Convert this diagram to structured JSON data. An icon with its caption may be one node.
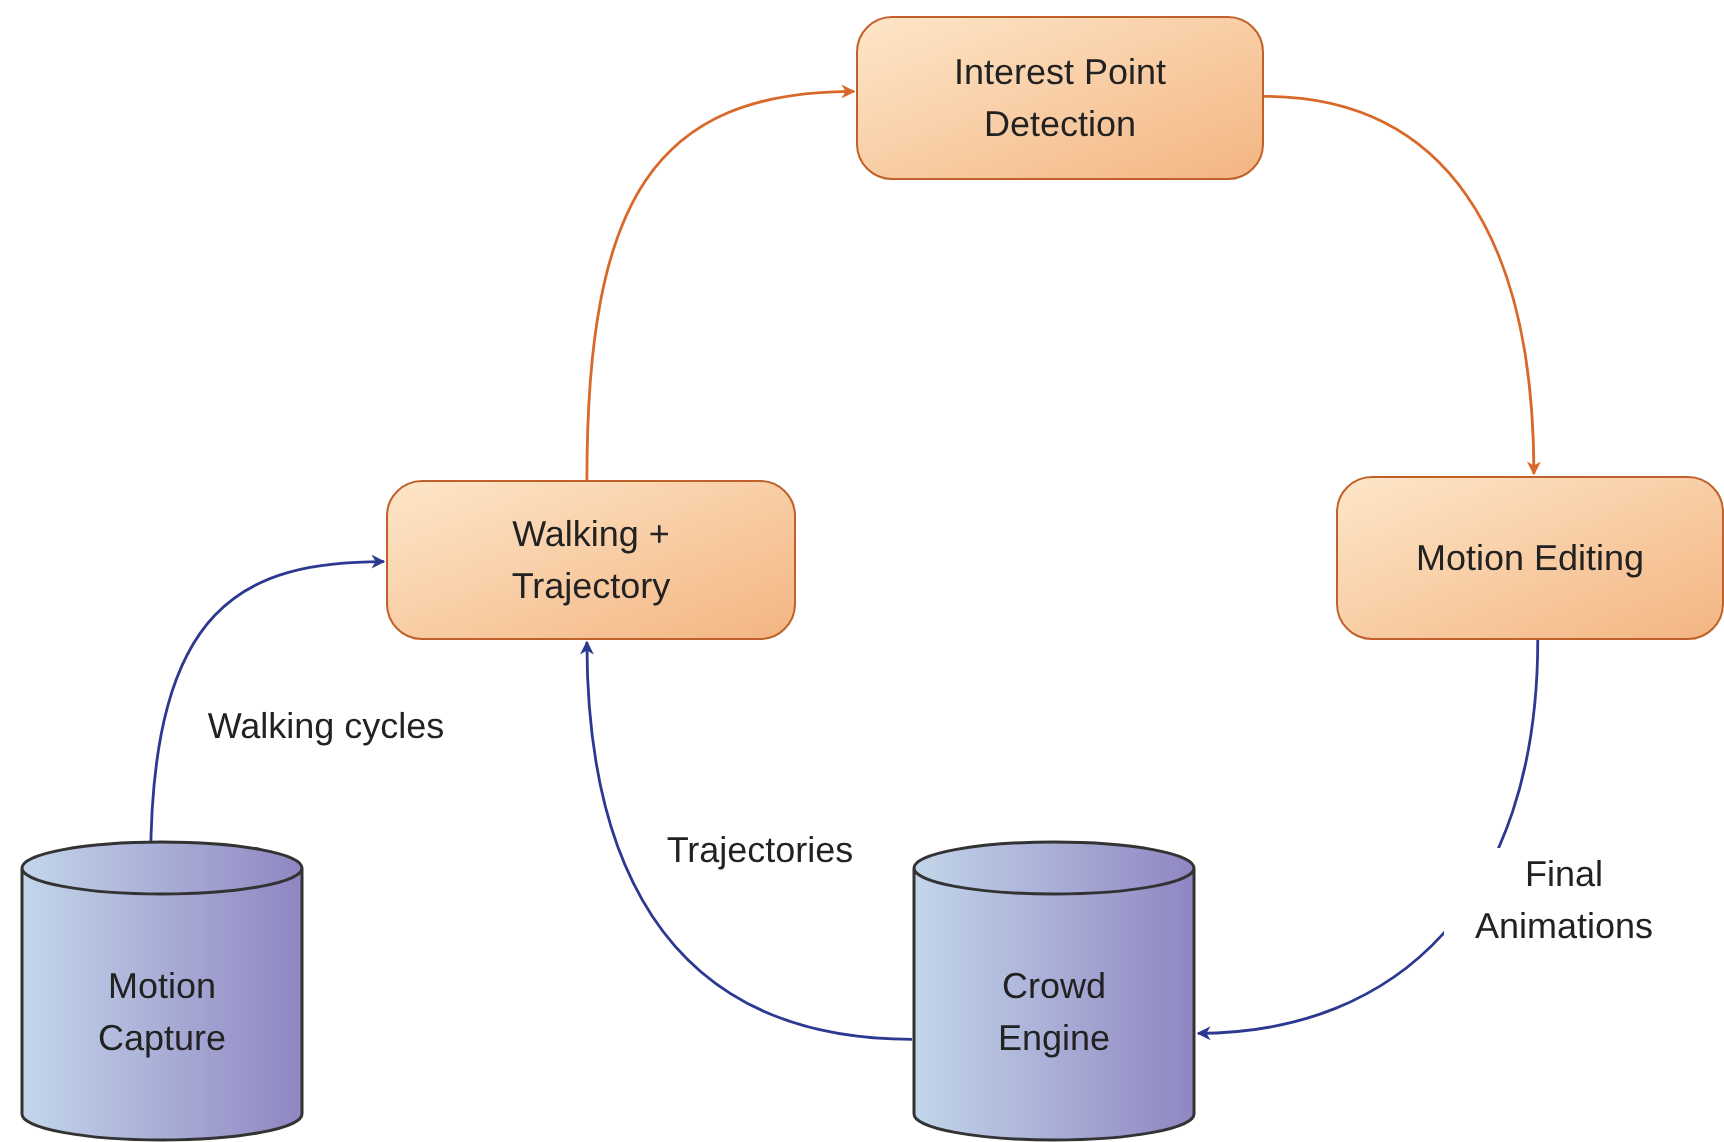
{
  "diagram": {
    "nodes": [
      {
        "text": [
          "Interest Point Detection"
        ]
      },
      {
        "text": [
          "Walking + Trajectory"
        ]
      },
      {
        "text": [
          "Motion Editing"
        ]
      },
      {
        "text": [
          "Motion Capture"
        ]
      },
      {
        "text": [
          "Crowd Engine"
        ]
      }
    ],
    "edges": [
      {
        "from": 3,
        "to": 1,
        "arrow": "to",
        "label": "Walking cycles"
      },
      {
        "from": 4,
        "to": 1,
        "arrow": "to",
        "label": "Trajectories"
      },
      {
        "from": 1,
        "to": 0,
        "arrow": "to",
        "color": "#d9692a"
      },
      {
        "from": 0,
        "to": 2,
        "arrow": "to",
        "color": "#d9692a"
      },
      {
        "from": 2,
        "to": 4,
        "arrow": "to",
        "label": "Final Animations"
      }
    ]
  }
}
